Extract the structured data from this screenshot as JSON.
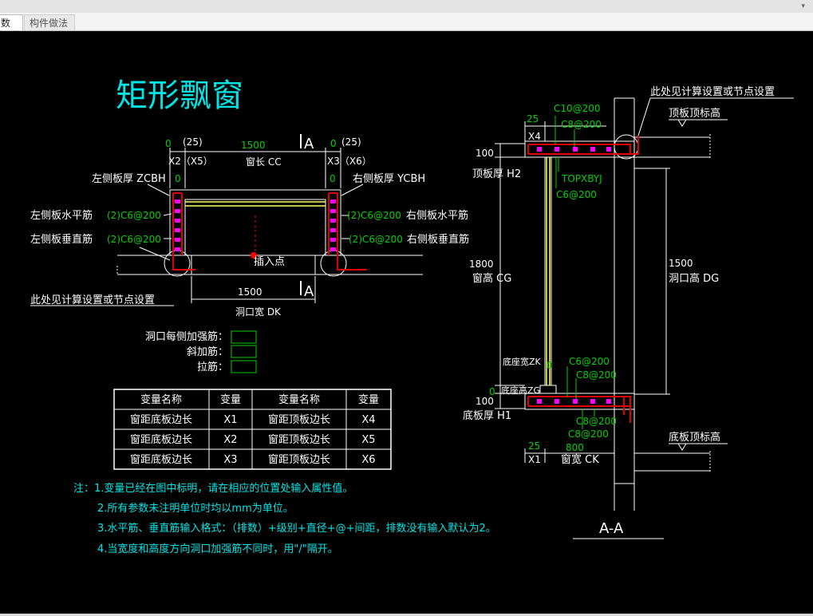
{
  "tabs": [
    {
      "label": "数图",
      "active": true
    },
    {
      "label": "构件做法",
      "active": false
    }
  ],
  "title": "矩形飘窗",
  "plan": {
    "dim_x2_val": "0",
    "dim_x5_val": "(25)",
    "dim_x2_lbl": "X2（X5）",
    "dim_cc_val": "1500",
    "dim_cc_lbl": "窗长 CC",
    "dim_x3_val": "0",
    "dim_x6_val": "(25)",
    "dim_x3_lbl": "X3（X6）",
    "section_mark": "A",
    "zcbh_lbl": "左侧板厚 ZCBH",
    "zcbh_val": "0",
    "ycbh_val": "0",
    "ycbh_lbl": "右侧板厚 YCBH",
    "left_h_lbl": "左侧板水平筋",
    "left_h_val": "(2)C6@200",
    "right_h_val": "(2)C6@200",
    "right_h_lbl": "右侧板水平筋",
    "left_v_lbl": "左侧板垂直筋",
    "left_v_val": "(2)C6@200",
    "right_v_val": "(2)C6@200",
    "right_v_lbl": "右侧板垂直筋",
    "insert_point": "插入点",
    "dim_dk_val": "1500",
    "dim_dk_lbl": "洞口宽 DK",
    "node_note": "此处见计算设置或节点设置"
  },
  "rebar_inputs": [
    {
      "label": "洞口每侧加强筋：",
      "value": ""
    },
    {
      "label": "斜加筋：",
      "value": ""
    },
    {
      "label": "拉筋：",
      "value": ""
    }
  ],
  "var_table": {
    "headers": [
      "变量名称",
      "变量",
      "变量名称",
      "变量"
    ],
    "rows": [
      [
        "窗距底板边长",
        "X1",
        "窗距顶板边长",
        "X4"
      ],
      [
        "窗距底板边长",
        "X2",
        "窗距顶板边长",
        "X5"
      ],
      [
        "窗距底板边长",
        "X3",
        "窗距顶板边长",
        "X6"
      ]
    ]
  },
  "notes": [
    "注：1.变量已经在图中标明，请在相应的位置处输入属性值。",
    "2.所有参数未注明单位时均以mm为单位。",
    "3.水平筋、垂直筋输入格式：（排数）+级别+直径+@+间距，排数没有输入默认为2。",
    "4.当宽度和高度方向洞口加强筋不同时，用\"/\"隔开。"
  ],
  "section": {
    "node_note": "此处见计算设置或节点设置",
    "top_elev_lbl": "顶板顶标高",
    "x4_val": "25",
    "x4_lbl": "X4",
    "c10_val": "C10@200",
    "c8_top_val": "C8@200",
    "h2_val": "100",
    "h2_lbl": "顶板厚 H2",
    "topxbyj": "TOPXBYJ",
    "c6_top_val": "C6@200",
    "cg_val": "1800",
    "cg_lbl": "窗高 CG",
    "dg_val": "1500",
    "dg_lbl": "洞口高 DG",
    "dzk_lbl": "底座宽ZK",
    "dzk_val": "0",
    "dzg_val": "0",
    "dzg_lbl": "底座高ZG",
    "c6_bot_val": "C6@200",
    "c8_bot1_val": "C8@200",
    "h1_val": "100",
    "h1_lbl": "底板厚 H1",
    "c8_bot2_val": "C8@200",
    "c8_bot3_val": "C8@200",
    "bot_elev_lbl": "底板顶标高",
    "x1_val": "25",
    "x1_lbl": "X1",
    "ck_val": "800",
    "ck_lbl": "窗宽 CK",
    "title": "A-A"
  },
  "colors": {
    "background": "#000000",
    "title": "#00e5e5",
    "dimension_value": "#00d000",
    "label": "#ffffff",
    "rebar_red": "#e00000",
    "rebar_magenta": "#ff00ff",
    "glass_yellow": "#ffff66",
    "note_cyan": "#00e5e5"
  }
}
